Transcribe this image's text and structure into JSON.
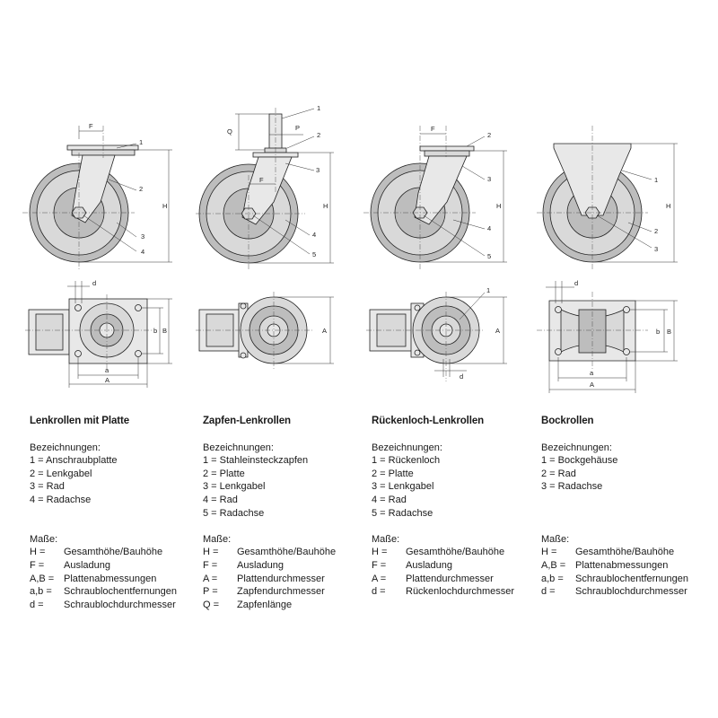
{
  "columns": [
    {
      "title": "Lenkrollen mit Platte",
      "label_heading": "Bezeichnungen:",
      "labels": [
        "1 = Anschraubplatte",
        "2 = Lenkgabel",
        "3 = Rad",
        "4 = Radachse"
      ],
      "dim_heading": "Maße:",
      "dims": [
        {
          "k": "H =",
          "v": "Gesamthöhe/Bauhöhe"
        },
        {
          "k": "F =",
          "v": "Ausladung"
        },
        {
          "k": "A,B =",
          "v": "Plattenabmessungen"
        },
        {
          "k": "a,b =",
          "v": "Schraublochentfernungen"
        },
        {
          "k": "d =",
          "v": "Schraublochdurchmesser"
        }
      ]
    },
    {
      "title": "Zapfen-Lenkrollen",
      "label_heading": "Bezeichnungen:",
      "labels": [
        "1 = Stahleinsteckzapfen",
        "2 = Platte",
        "3 = Lenkgabel",
        "4 = Rad",
        "5 = Radachse"
      ],
      "dim_heading": "Maße:",
      "dims": [
        {
          "k": "H =",
          "v": "Gesamthöhe/Bauhöhe"
        },
        {
          "k": "F =",
          "v": "Ausladung"
        },
        {
          "k": "A =",
          "v": "Plattendurchmesser"
        },
        {
          "k": "P =",
          "v": "Zapfendurchmesser"
        },
        {
          "k": "Q =",
          "v": "Zapfenlänge"
        }
      ]
    },
    {
      "title": "Rückenloch-Lenkrollen",
      "label_heading": "Bezeichnungen:",
      "labels": [
        "1 = Rückenloch",
        "2 = Platte",
        "3 = Lenkgabel",
        "4 = Rad",
        "5 = Radachse"
      ],
      "dim_heading": "Maße:",
      "dims": [
        {
          "k": "H =",
          "v": "Gesamthöhe/Bauhöhe"
        },
        {
          "k": "F =",
          "v": "Ausladung"
        },
        {
          "k": "A =",
          "v": "Plattendurchmesser"
        },
        {
          "k": "d =",
          "v": "Rückenlochdurchmesser"
        }
      ]
    },
    {
      "title": "Bockrollen",
      "label_heading": "Bezeichnungen:",
      "labels": [
        "1 = Bockgehäuse",
        "2 = Rad",
        "3 = Radachse"
      ],
      "dim_heading": "Maße:",
      "dims": [
        {
          "k": "H =",
          "v": "Gesamthöhe/Bauhöhe"
        },
        {
          "k": "A,B =",
          "v": "Plattenabmessungen"
        },
        {
          "k": "a,b =",
          "v": "Schraublochentfernungen"
        },
        {
          "k": "d =",
          "v": "Schraublochdurchmesser"
        }
      ]
    }
  ],
  "drawing_labels": {
    "c1": {
      "F": "F",
      "H": "H",
      "n1": "1",
      "n2": "2",
      "n3": "3",
      "n4": "4",
      "d": "d",
      "a": "a",
      "A": "A",
      "b": "b",
      "B": "B"
    },
    "c2": {
      "Q": "Q",
      "P": "P",
      "F": "F",
      "H": "H",
      "n1": "1",
      "n2": "2",
      "n3": "3",
      "n4": "4",
      "n5": "5",
      "A": "A"
    },
    "c3": {
      "F": "F",
      "H": "H",
      "n1": "1",
      "n2": "2",
      "n3": "3",
      "n4": "4",
      "n5": "5",
      "A": "A",
      "d": "d"
    },
    "c4": {
      "H": "H",
      "n1": "1",
      "n2": "2",
      "n3": "3",
      "d": "d",
      "a": "a",
      "A": "A",
      "b": "b",
      "B": "B"
    }
  }
}
